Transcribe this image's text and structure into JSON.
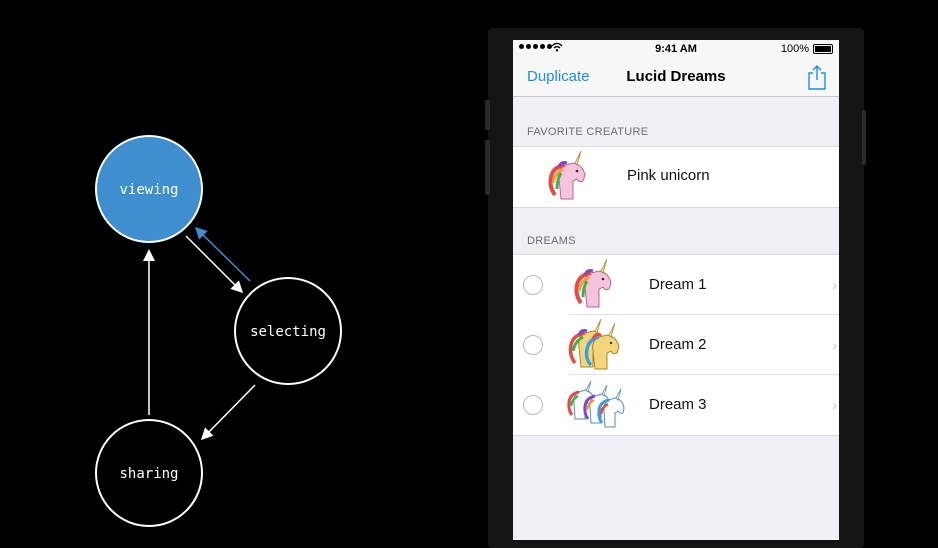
{
  "diagram": {
    "states": {
      "viewing": "viewing",
      "selecting": "selecting",
      "sharing": "sharing"
    },
    "colors": {
      "active": "#3e8ed0",
      "inactive": "#000000",
      "stroke": "#ffffff",
      "highlight_arrow": "#3e8ed0"
    }
  },
  "status_bar": {
    "time": "9:41 AM",
    "battery": "100%"
  },
  "nav": {
    "left_button": "Duplicate",
    "title": "Lucid Dreams",
    "right_icon": "share-icon"
  },
  "favorite_section": {
    "header": "FAVORITE CREATURE",
    "item": {
      "label": "Pink unicorn",
      "icon": "unicorn-icon"
    }
  },
  "dreams_section": {
    "header": "DREAMS",
    "items": [
      {
        "label": "Dream 1",
        "icon": "unicorn-icon"
      },
      {
        "label": "Dream 2",
        "icon": "two-unicorns-icon"
      },
      {
        "label": "Dream 3",
        "icon": "three-unicorns-icon"
      }
    ]
  },
  "accent_color": "#1b8dec"
}
